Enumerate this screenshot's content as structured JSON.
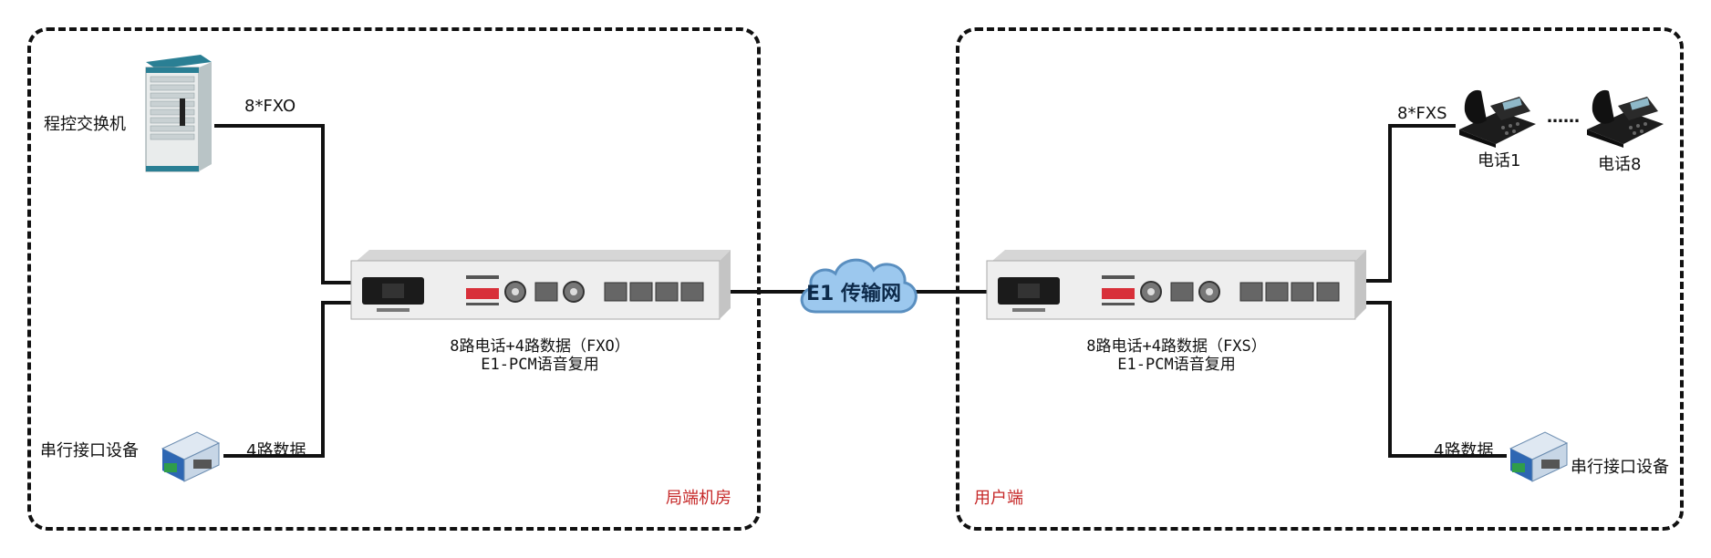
{
  "zones": {
    "left_label": "局端机房",
    "right_label": "用户端"
  },
  "left": {
    "pbx_label": "程控交换机",
    "fxo_link_label": "8*FXO",
    "serial_label": "串行接口设备",
    "data_link_label": "4路数据",
    "device_caption_line1": "8路电话+4路数据（FXO）",
    "device_caption_line2": "E1-PCM语音复用"
  },
  "center": {
    "network_label": "E1 传输网"
  },
  "right": {
    "fxs_link_label": "8*FXS",
    "phone1_label": "电话1",
    "phone8_label": "电话8",
    "ellipsis": "……",
    "data_link_label": "4路数据",
    "serial_label": "串行接口设备",
    "device_caption_line1": "8路电话+4路数据（FXS）",
    "device_caption_line2": "E1-PCM语音复用"
  },
  "colors": {
    "zone_label": "#c62828",
    "cloud": "#9cc8ee",
    "wire": "#111111"
  }
}
